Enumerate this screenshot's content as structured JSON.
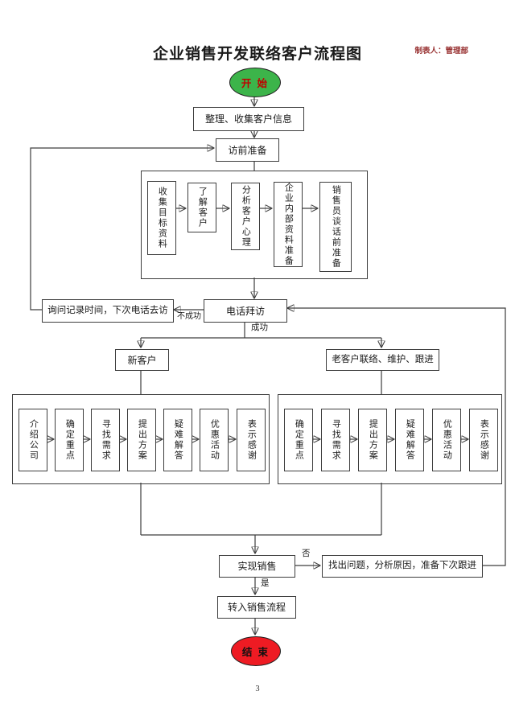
{
  "page": {
    "title": "企业销售开发联络客户流程图",
    "author": "制表人：管理部",
    "number": "3"
  },
  "nodes": {
    "start": "开 始",
    "collect_info": "整理、收集客户信息",
    "pre_visit": "访前准备",
    "prep_steps": [
      "收集目标资料",
      "了解客户",
      "分析客户心理",
      "企业内部资料准备",
      "销售员谈话前准备"
    ],
    "phone_visit": "电话拜访",
    "ask_record": "询问记录时间，下次电话去访",
    "new_customer": "新客户",
    "old_customer": "老客户联络、维护、跟进",
    "new_customer_steps": [
      "介绍公司",
      "确定重点",
      "寻找需求",
      "提出方案",
      "疑难解答",
      "优惠活动",
      "表示感谢"
    ],
    "old_customer_steps": [
      "确定重点",
      "寻找需求",
      "提出方案",
      "疑难解答",
      "优惠活动",
      "表示感谢"
    ],
    "realize_sale": "实现销售",
    "find_problem": "找出问题，分析原因，准备下次跟进",
    "to_sales_process": "转入销售流程",
    "end": "结 束"
  },
  "edge_labels": {
    "fail": "不成功",
    "success": "成功",
    "no": "否",
    "yes": "是"
  },
  "colors": {
    "start_fill": "#3cb44a",
    "start_text": "#c00000",
    "end_fill": "#ee1b23",
    "end_text": "#111111",
    "author_text": "#993333",
    "line": "#3d3d3d"
  }
}
